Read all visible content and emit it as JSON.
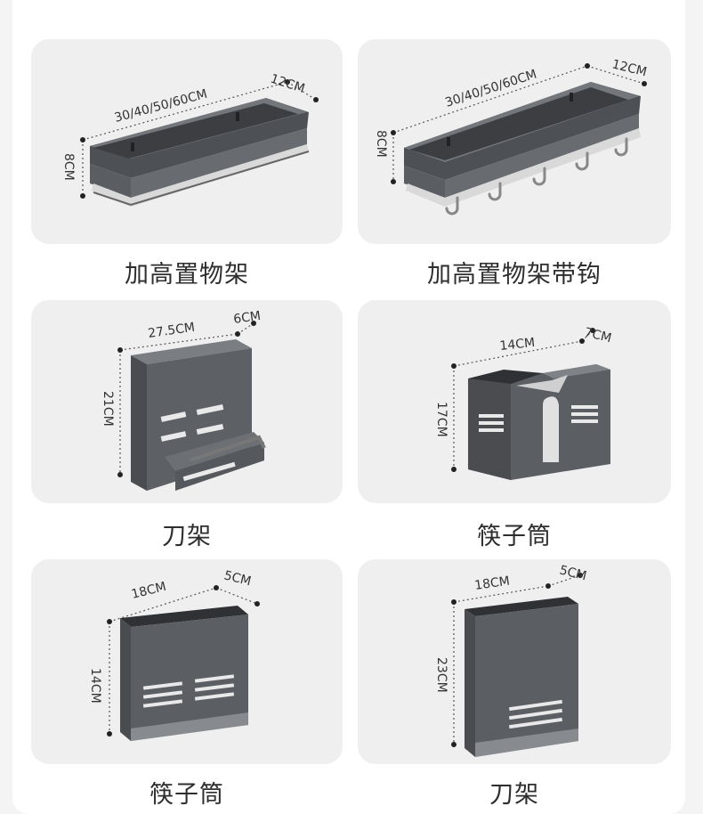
{
  "products": [
    {
      "id": "shelf",
      "caption": "加高置物架",
      "dims": {
        "length": "30/40/50/60CM",
        "depth": "12CM",
        "height": "8CM"
      }
    },
    {
      "id": "shelf-hooks",
      "caption": "加高置物架带钩",
      "dims": {
        "length": "30/40/50/60CM",
        "depth": "12CM",
        "height": "8CM"
      }
    },
    {
      "id": "knife-rack-1",
      "caption": "刀架",
      "dims": {
        "length": "27.5CM",
        "depth": "6CM",
        "height": "21CM"
      }
    },
    {
      "id": "chopstick-holder-1",
      "caption": "筷子筒",
      "dims": {
        "length": "14CM",
        "depth": "7CM",
        "height": "17CM"
      }
    },
    {
      "id": "chopstick-holder-2",
      "caption": "筷子筒",
      "dims": {
        "length": "18CM",
        "depth": "5CM",
        "height": "14CM"
      }
    },
    {
      "id": "knife-rack-2",
      "caption": "刀架",
      "dims": {
        "length": "18CM",
        "depth": "5CM",
        "height": "23CM"
      }
    }
  ],
  "colors": {
    "product_gray": "#5a5d62",
    "tile_bg": "#efefef",
    "text": "#2e2e2e"
  }
}
